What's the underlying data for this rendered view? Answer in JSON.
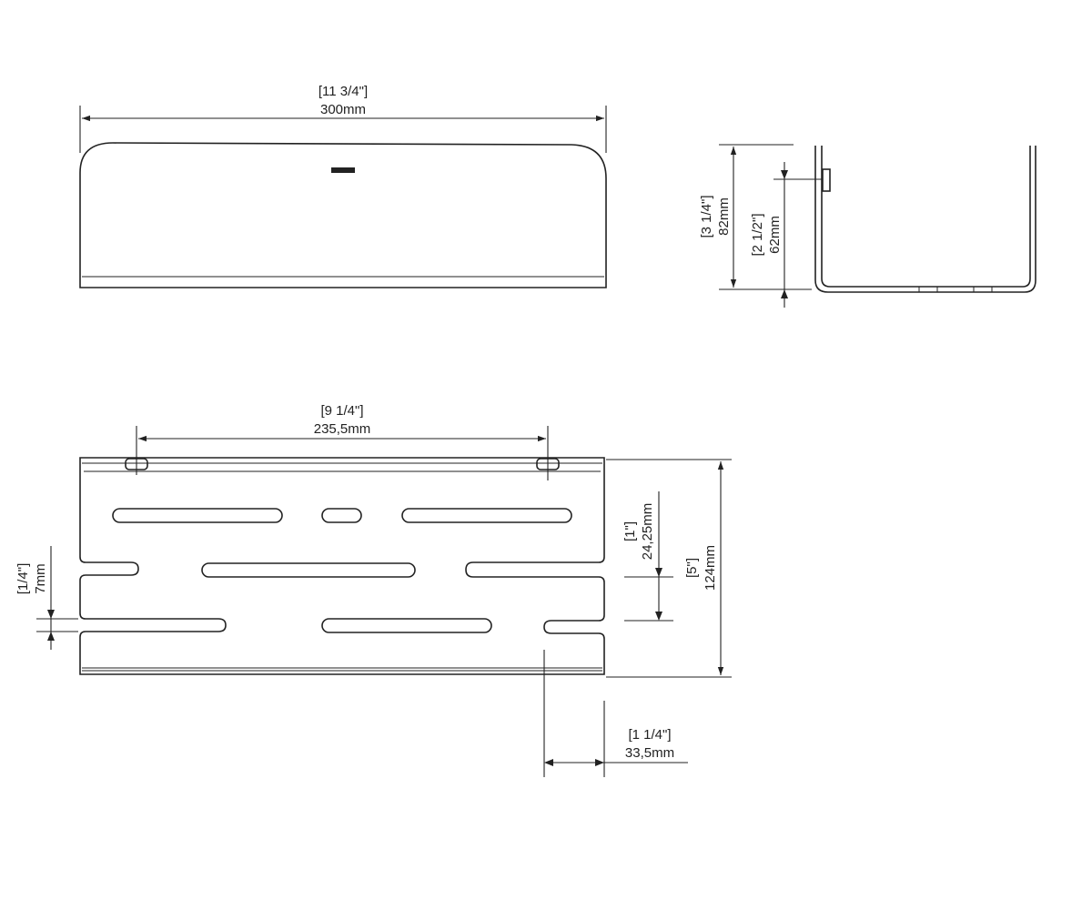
{
  "colors": {
    "line": "#222222",
    "background": "#ffffff"
  },
  "front_view": {
    "width_imperial": "[11 3/4\"]",
    "width_metric": "300mm"
  },
  "side_view": {
    "height_imperial": "[3 1/4\"]",
    "height_metric": "82mm",
    "inner_height_imperial": "[2 1/2\"]",
    "inner_height_metric": "62mm"
  },
  "top_view": {
    "hole_spacing_imperial": "[9 1/4\"]",
    "hole_spacing_metric": "235,5mm",
    "slot_pitch_imperial": "[1\"]",
    "slot_pitch_metric": "24,25mm",
    "depth_imperial": "[5\"]",
    "depth_metric": "124mm",
    "slot_width_imperial": "[1/4\"]",
    "slot_width_metric": "7mm",
    "edge_offset_imperial": "[1 1/4\"]",
    "edge_offset_metric": "33,5mm"
  }
}
